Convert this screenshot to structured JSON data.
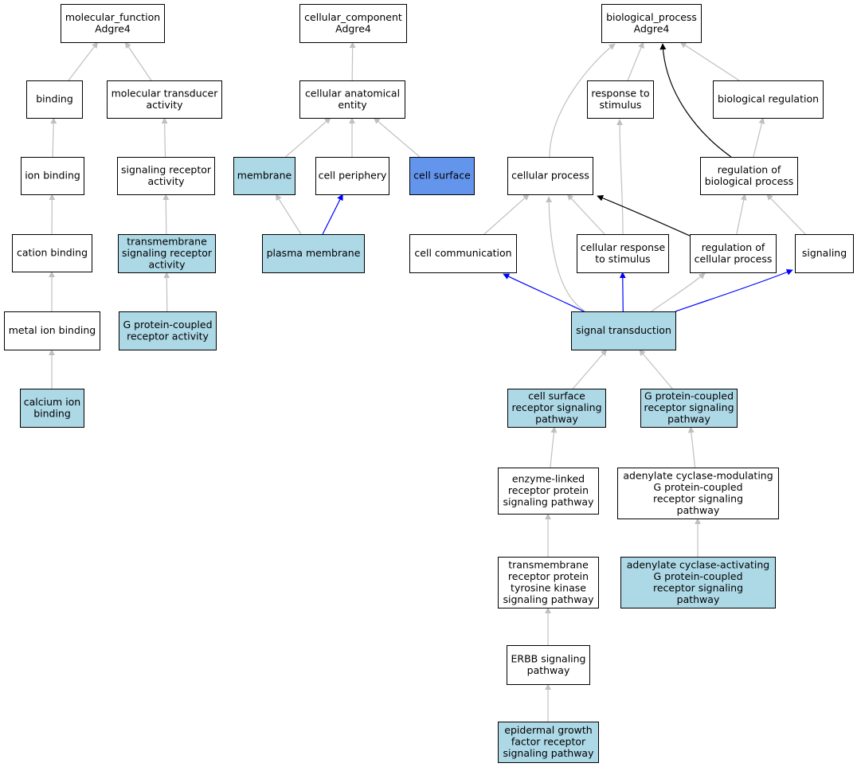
{
  "colors": {
    "plain": "#ffffff",
    "annotated": "#add8e6",
    "selected": "#6495ed",
    "edge_grey": "#c0c0c0",
    "edge_blue": "#0000ff",
    "edge_black": "#000000"
  },
  "nodes": [
    {
      "id": "mf",
      "lines": [
        "molecular_function",
        "Adgre4"
      ],
      "fill": "plain"
    },
    {
      "id": "cc",
      "lines": [
        "cellular_component",
        "Adgre4"
      ],
      "fill": "plain"
    },
    {
      "id": "bp",
      "lines": [
        "biological_process",
        "Adgre4"
      ],
      "fill": "plain"
    },
    {
      "id": "binding",
      "lines": [
        "binding"
      ],
      "fill": "plain"
    },
    {
      "id": "mta",
      "lines": [
        "molecular transducer",
        "activity"
      ],
      "fill": "plain"
    },
    {
      "id": "cae",
      "lines": [
        "cellular anatomical",
        "entity"
      ],
      "fill": "plain"
    },
    {
      "id": "rts",
      "lines": [
        "response to",
        "stimulus"
      ],
      "fill": "plain"
    },
    {
      "id": "breg",
      "lines": [
        "biological regulation"
      ],
      "fill": "plain"
    },
    {
      "id": "ionb",
      "lines": [
        "ion binding"
      ],
      "fill": "plain"
    },
    {
      "id": "sra",
      "lines": [
        "signaling receptor",
        "activity"
      ],
      "fill": "plain"
    },
    {
      "id": "membrane",
      "lines": [
        "membrane"
      ],
      "fill": "annotated"
    },
    {
      "id": "cperi",
      "lines": [
        "cell periphery"
      ],
      "fill": "plain"
    },
    {
      "id": "csurf",
      "lines": [
        "cell surface"
      ],
      "fill": "selected"
    },
    {
      "id": "cproc",
      "lines": [
        "cellular process"
      ],
      "fill": "plain"
    },
    {
      "id": "rbp",
      "lines": [
        "regulation of",
        "biological process"
      ],
      "fill": "plain"
    },
    {
      "id": "catb",
      "lines": [
        "cation binding"
      ],
      "fill": "plain"
    },
    {
      "id": "tsra",
      "lines": [
        "transmembrane",
        "signaling receptor",
        "activity"
      ],
      "fill": "annotated"
    },
    {
      "id": "pm",
      "lines": [
        "plasma membrane"
      ],
      "fill": "annotated"
    },
    {
      "id": "ccomm",
      "lines": [
        "cell communication"
      ],
      "fill": "plain"
    },
    {
      "id": "crs",
      "lines": [
        "cellular response",
        "to stimulus"
      ],
      "fill": "plain"
    },
    {
      "id": "rcp",
      "lines": [
        "regulation of",
        "cellular process"
      ],
      "fill": "plain"
    },
    {
      "id": "signaling",
      "lines": [
        "signaling"
      ],
      "fill": "plain"
    },
    {
      "id": "mib",
      "lines": [
        "metal ion binding"
      ],
      "fill": "plain"
    },
    {
      "id": "gpcra",
      "lines": [
        "G protein-coupled",
        "receptor activity"
      ],
      "fill": "annotated"
    },
    {
      "id": "st",
      "lines": [
        "signal transduction"
      ],
      "fill": "annotated"
    },
    {
      "id": "calb",
      "lines": [
        "calcium ion",
        "binding"
      ],
      "fill": "annotated"
    },
    {
      "id": "csrsp",
      "lines": [
        "cell surface",
        "receptor signaling",
        "pathway"
      ],
      "fill": "annotated"
    },
    {
      "id": "gpcrsp",
      "lines": [
        "G protein-coupled",
        "receptor signaling",
        "pathway"
      ],
      "fill": "annotated"
    },
    {
      "id": "elrp",
      "lines": [
        "enzyme-linked",
        "receptor protein",
        "signaling pathway"
      ],
      "fill": "plain"
    },
    {
      "id": "acmod",
      "lines": [
        "adenylate cyclase-modulating",
        "G protein-coupled",
        "receptor signaling",
        "pathway"
      ],
      "fill": "plain"
    },
    {
      "id": "trptk",
      "lines": [
        "transmembrane",
        "receptor protein",
        "tyrosine kinase",
        "signaling pathway"
      ],
      "fill": "plain"
    },
    {
      "id": "acact",
      "lines": [
        "adenylate cyclase-activating",
        "G protein-coupled",
        "receptor signaling",
        "pathway"
      ],
      "fill": "annotated"
    },
    {
      "id": "erbb",
      "lines": [
        "ERBB signaling",
        "pathway"
      ],
      "fill": "plain"
    },
    {
      "id": "egfr",
      "lines": [
        "epidermal growth",
        "factor receptor",
        "signaling pathway"
      ],
      "fill": "annotated"
    }
  ],
  "edges": [
    {
      "from": "binding",
      "to": "mf",
      "color": "grey"
    },
    {
      "from": "mta",
      "to": "mf",
      "color": "grey"
    },
    {
      "from": "ionb",
      "to": "binding",
      "color": "grey"
    },
    {
      "from": "catb",
      "to": "ionb",
      "color": "grey"
    },
    {
      "from": "mib",
      "to": "catb",
      "color": "grey"
    },
    {
      "from": "calb",
      "to": "mib",
      "color": "grey"
    },
    {
      "from": "sra",
      "to": "mta",
      "color": "grey"
    },
    {
      "from": "tsra",
      "to": "sra",
      "color": "grey"
    },
    {
      "from": "gpcra",
      "to": "tsra",
      "color": "grey"
    },
    {
      "from": "cae",
      "to": "cc",
      "color": "grey"
    },
    {
      "from": "membrane",
      "to": "cae",
      "color": "grey"
    },
    {
      "from": "cperi",
      "to": "cae",
      "color": "grey"
    },
    {
      "from": "csurf",
      "to": "cae",
      "color": "grey"
    },
    {
      "from": "pm",
      "to": "membrane",
      "color": "grey"
    },
    {
      "from": "pm",
      "to": "cperi",
      "color": "blue"
    },
    {
      "from": "cproc",
      "to": "bp",
      "color": "grey"
    },
    {
      "from": "rts",
      "to": "bp",
      "color": "grey"
    },
    {
      "from": "breg",
      "to": "bp",
      "color": "grey"
    },
    {
      "from": "rbp",
      "to": "bp",
      "color": "black"
    },
    {
      "from": "rbp",
      "to": "breg",
      "color": "grey"
    },
    {
      "from": "ccomm",
      "to": "cproc",
      "color": "grey"
    },
    {
      "from": "crs",
      "to": "cproc",
      "color": "grey"
    },
    {
      "from": "crs",
      "to": "rts",
      "color": "grey"
    },
    {
      "from": "rcp",
      "to": "cproc",
      "color": "black"
    },
    {
      "from": "rcp",
      "to": "rbp",
      "color": "grey"
    },
    {
      "from": "signaling",
      "to": "rbp",
      "color": "grey"
    },
    {
      "from": "st",
      "to": "ccomm",
      "color": "blue"
    },
    {
      "from": "st",
      "to": "crs",
      "color": "blue"
    },
    {
      "from": "st",
      "to": "signaling",
      "color": "blue"
    },
    {
      "from": "st",
      "to": "cproc",
      "color": "grey"
    },
    {
      "from": "st",
      "to": "rcp",
      "color": "grey"
    },
    {
      "from": "csrsp",
      "to": "st",
      "color": "grey"
    },
    {
      "from": "gpcrsp",
      "to": "st",
      "color": "grey"
    },
    {
      "from": "elrp",
      "to": "csrsp",
      "color": "grey"
    },
    {
      "from": "trptk",
      "to": "elrp",
      "color": "grey"
    },
    {
      "from": "erbb",
      "to": "trptk",
      "color": "grey"
    },
    {
      "from": "egfr",
      "to": "erbb",
      "color": "grey"
    },
    {
      "from": "acmod",
      "to": "gpcrsp",
      "color": "grey"
    },
    {
      "from": "acact",
      "to": "acmod",
      "color": "grey"
    }
  ]
}
